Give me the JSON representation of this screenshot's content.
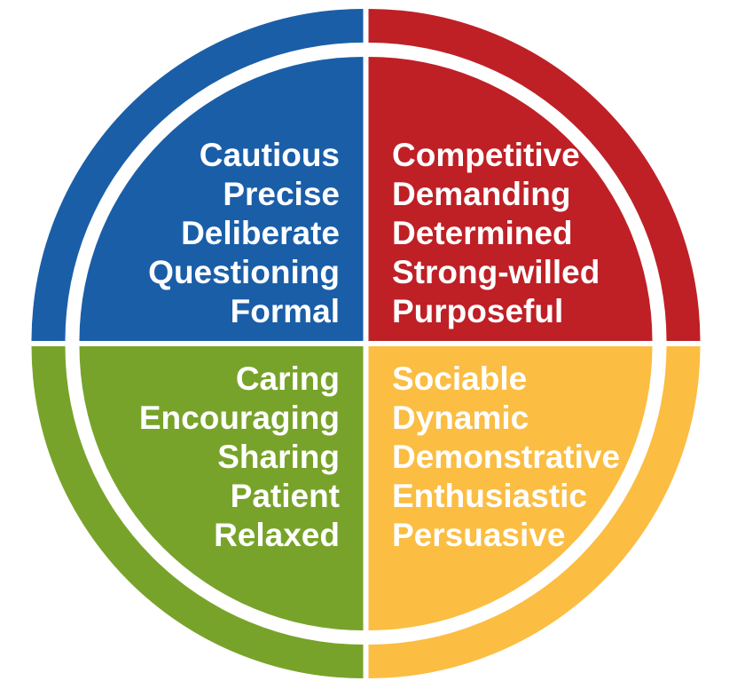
{
  "diagram": {
    "type": "four-quadrant-personality-wheel",
    "background_color": "#ffffff",
    "text_color": "#ffffff",
    "quadrants": [
      {
        "position": "top-left",
        "color": "#1A5EA8",
        "text_align": "right",
        "traits": [
          "Cautious",
          "Precise",
          "Deliberate",
          "Questioning",
          "Formal"
        ]
      },
      {
        "position": "top-right",
        "color": "#BE2026",
        "text_align": "left",
        "traits": [
          "Competitive",
          "Demanding",
          "Determined",
          "Strong-willed",
          "Purposeful"
        ]
      },
      {
        "position": "bottom-left",
        "color": "#78A32A",
        "text_align": "right",
        "traits": [
          "Caring",
          "Encouraging",
          "Sharing",
          "Patient",
          "Relaxed"
        ]
      },
      {
        "position": "bottom-right",
        "color": "#FBBD42",
        "text_align": "left",
        "traits": [
          "Sociable",
          "Dynamic",
          "Demonstrative",
          "Enthusiastic",
          "Persuasive"
        ]
      }
    ]
  }
}
